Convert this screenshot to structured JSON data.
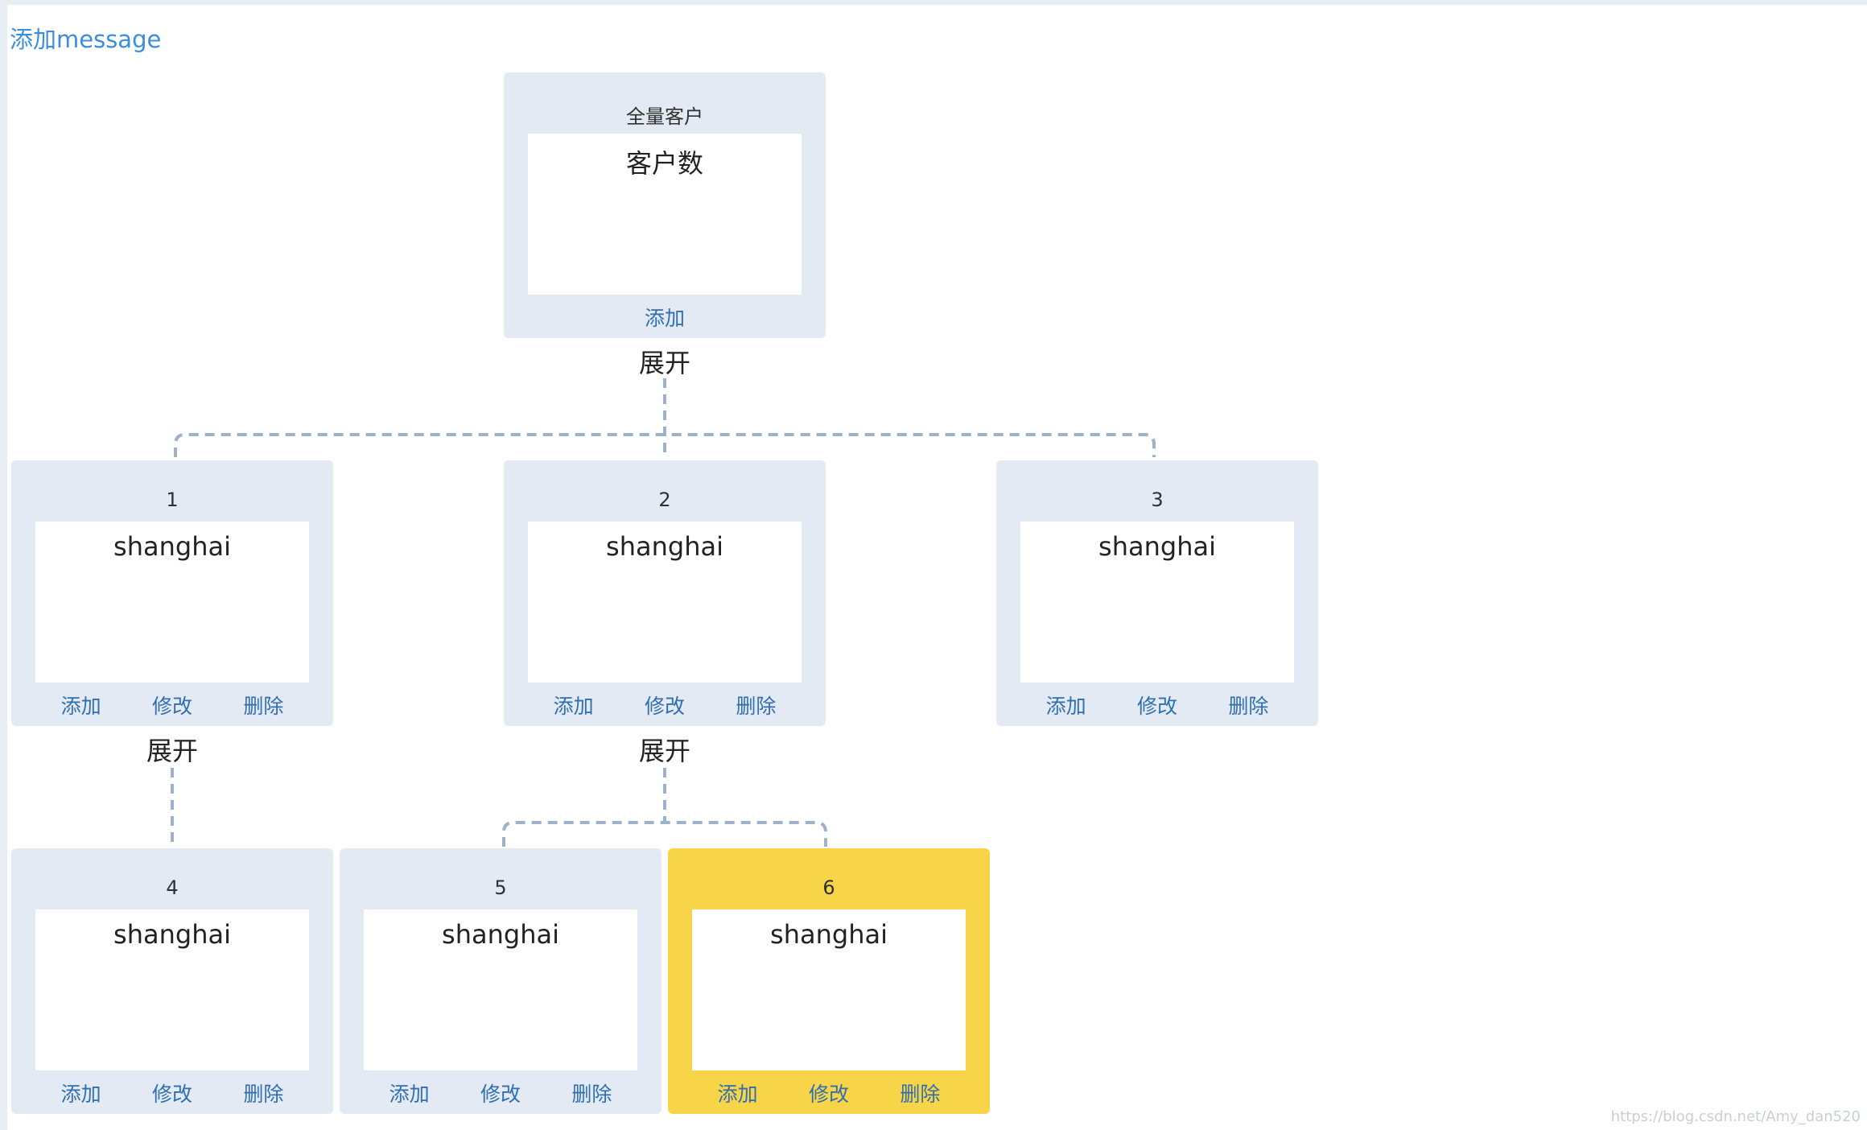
{
  "toolbar": {
    "add_message_label": "添加message"
  },
  "colors": {
    "node_bg": "#e4eaf3",
    "node_selected_bg": "#f8d548",
    "link": "#2f6fb0",
    "connector": "#9cb2c8"
  },
  "expand_label": "展开",
  "root": {
    "title": "全量客户",
    "content": "客户数",
    "actions": {
      "add": "添加"
    }
  },
  "nodes": [
    {
      "title": "1",
      "content": "shanghai",
      "actions": {
        "add": "添加",
        "edit": "修改",
        "delete": "删除"
      }
    },
    {
      "title": "2",
      "content": "shanghai",
      "actions": {
        "add": "添加",
        "edit": "修改",
        "delete": "删除"
      }
    },
    {
      "title": "3",
      "content": "shanghai",
      "actions": {
        "add": "添加",
        "edit": "修改",
        "delete": "删除"
      }
    },
    {
      "title": "4",
      "content": "shanghai",
      "actions": {
        "add": "添加",
        "edit": "修改",
        "delete": "删除"
      }
    },
    {
      "title": "5",
      "content": "shanghai",
      "actions": {
        "add": "添加",
        "edit": "修改",
        "delete": "删除"
      }
    },
    {
      "title": "6",
      "content": "shanghai",
      "selected": true,
      "actions": {
        "add": "添加",
        "edit": "修改",
        "delete": "删除"
      }
    }
  ],
  "watermark": "https://blog.csdn.net/Amy_dan520"
}
